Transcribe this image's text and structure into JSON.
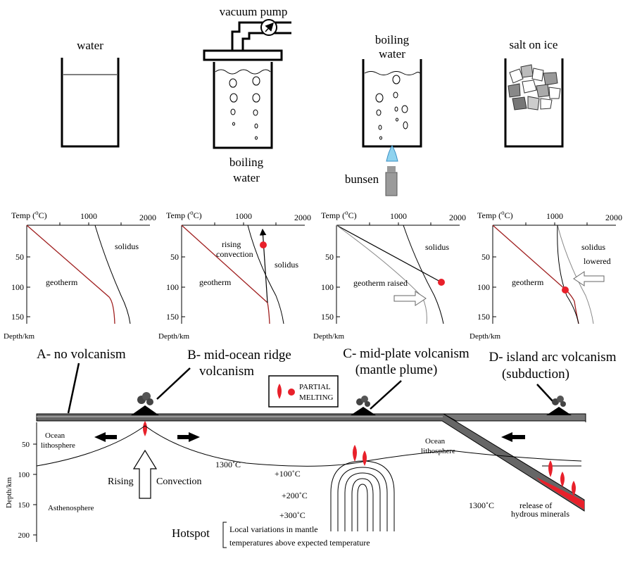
{
  "beakers": {
    "water": "water",
    "vacuum_pump": "vacuum pump",
    "boiling_water_line1": "boiling",
    "boiling_water_line2": "water",
    "boiling_water2_line1": "boiling",
    "boiling_water2_line2": "water",
    "salt_on_ice": "salt on ice",
    "bunsen": "bunsen"
  },
  "graphs": {
    "temp_label": "Temp (",
    "temp_sup": "o",
    "temp_unit": "C)",
    "tick_1000": "1000",
    "tick_2000": "2000",
    "depth_ticks": [
      "50",
      "100",
      "150"
    ],
    "depth_label": "Depth/km",
    "geotherm": "geotherm",
    "solidus": "solidus",
    "rising": "rising",
    "convection": "convection",
    "geotherm_raised": "geotherm raised",
    "solidus_lowered_1": "solidus",
    "solidus_lowered_2": "lowered"
  },
  "headings": {
    "a": "A- no volcanism",
    "b1": "B- mid-ocean ridge",
    "b2": "volcanism",
    "c1": "C- mid-plate volcanism",
    "c2": "(mantle plume)",
    "d1": "D- island arc volcanism",
    "d2": "(subduction)"
  },
  "legend": {
    "line1": "PARTIAL",
    "line2": "MELTING",
    "color": "#e8202a"
  },
  "cross_section": {
    "depth_ticks": [
      "50",
      "100",
      "150",
      "200"
    ],
    "depth_axis": "Depth/km",
    "ocean_lithosphere_left_1": "Ocean",
    "ocean_lithosphere_left_2": "lithosphere",
    "ocean_lithosphere_right_1": "Ocean",
    "ocean_lithosphere_right_2": "lithosphere",
    "asthenosphere": "Asthenosphere",
    "rising": "Rising",
    "convection": "Convection",
    "isotherm_1300_left": "1300˚C",
    "isotherm_1300_right": "1300˚C",
    "plus100": "+100˚C",
    "plus200": "+200˚C",
    "plus300": "+300˚C",
    "release_1": "release of",
    "release_2": "hydrous minerals",
    "hotspot": "Hotspot",
    "hotspot_note_1": "Local variations in mantle",
    "hotspot_note_2": "temperatures above expected temperature"
  }
}
